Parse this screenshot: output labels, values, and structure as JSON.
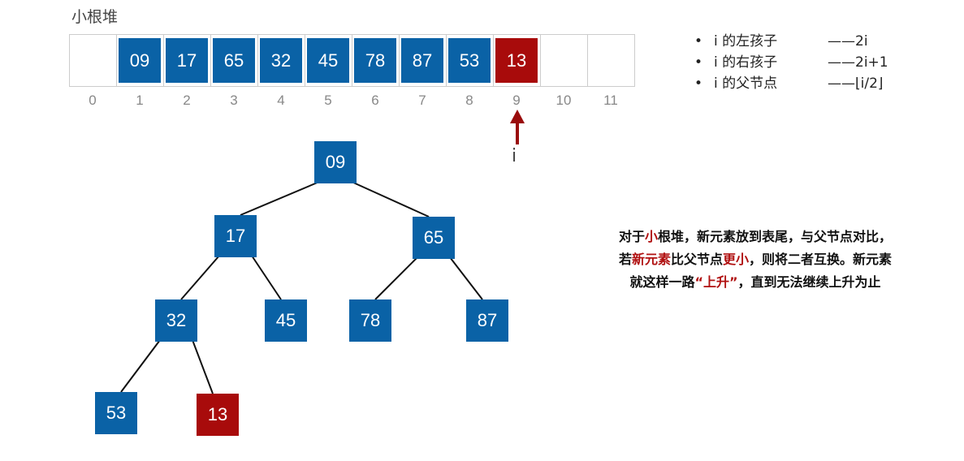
{
  "title": "小根堆",
  "colors": {
    "node": "#0a62a6",
    "highlight": "#a80b0b",
    "arrow": "#9a0c0c"
  },
  "array": {
    "indices": [
      "0",
      "1",
      "2",
      "3",
      "4",
      "5",
      "6",
      "7",
      "8",
      "9",
      "10",
      "11"
    ],
    "values": [
      "",
      "09",
      "17",
      "65",
      "32",
      "45",
      "78",
      "87",
      "53",
      "13",
      "",
      ""
    ],
    "highlight_index": 9
  },
  "pointer_label": "i",
  "formulas": [
    {
      "label": "i 的左孩子",
      "value": "——2i"
    },
    {
      "label": "i 的右孩子",
      "value": "——2i+1"
    },
    {
      "label": "i 的父节点",
      "value": "——⌊i/2⌋"
    }
  ],
  "tree": {
    "nodes": [
      {
        "value": "09",
        "parent": null,
        "highlight": false
      },
      {
        "value": "17",
        "parent": 0,
        "highlight": false
      },
      {
        "value": "65",
        "parent": 0,
        "highlight": false
      },
      {
        "value": "32",
        "parent": 1,
        "highlight": false
      },
      {
        "value": "45",
        "parent": 1,
        "highlight": false
      },
      {
        "value": "78",
        "parent": 2,
        "highlight": false
      },
      {
        "value": "87",
        "parent": 2,
        "highlight": false
      },
      {
        "value": "53",
        "parent": 3,
        "highlight": false
      },
      {
        "value": "13",
        "parent": 3,
        "highlight": true
      }
    ]
  },
  "description": {
    "line1": [
      {
        "t": "对于",
        "red": false
      },
      {
        "t": "小",
        "red": true
      },
      {
        "t": "根堆，新元素放到表尾，与父节点对比，",
        "red": false
      }
    ],
    "line2": [
      {
        "t": "若",
        "red": false
      },
      {
        "t": "新元素",
        "red": true
      },
      {
        "t": "比父节点",
        "red": false
      },
      {
        "t": "更小",
        "red": true
      },
      {
        "t": "，则将二者互换。新元素",
        "red": false
      }
    ],
    "line3": [
      {
        "t": "就这样一路",
        "red": false
      },
      {
        "t": "“上升”",
        "red": true
      },
      {
        "t": "，直到无法继续上升为止",
        "red": false
      }
    ]
  }
}
